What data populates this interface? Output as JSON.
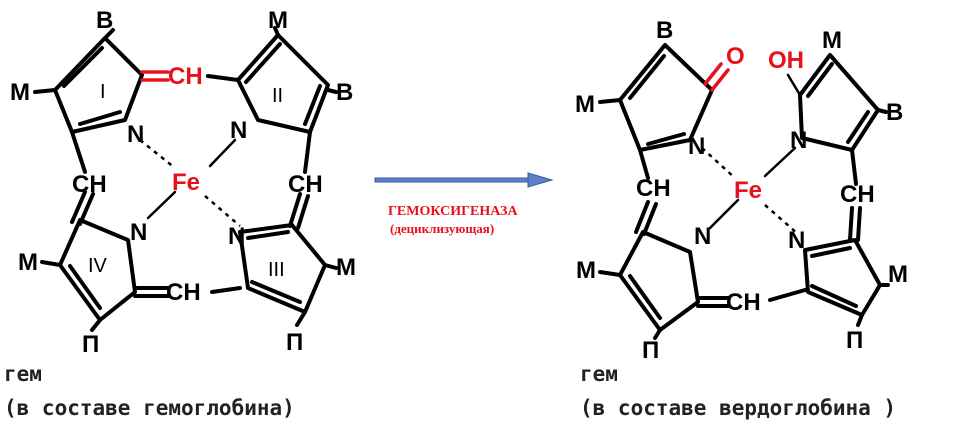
{
  "left": {
    "substituents": [
      "В",
      "М",
      "М",
      "В",
      "М",
      "П",
      "П",
      "М"
    ],
    "rings": [
      "I",
      "II",
      "III",
      "IV"
    ],
    "bridges": [
      "CH",
      "CH",
      "CH",
      "CH"
    ],
    "nitrogen": "N",
    "metal": "Fe",
    "caption_line1": "гем",
    "caption_line2": "(в составе гемоглобина)"
  },
  "arrow": {
    "enzyme_line1": "ГЕМОКСИГЕНАЗА",
    "enzyme_line2": "(дециклизующая)",
    "color": "#5b7fc9"
  },
  "right": {
    "substituents": [
      "В",
      "М",
      "М",
      "В",
      "М",
      "П",
      "П",
      "М"
    ],
    "oxygen": "O",
    "hydroxyl": "OH",
    "bridges": [
      "CH",
      "CH",
      "CH"
    ],
    "nitrogen": "N",
    "metal": "Fe",
    "caption_line1": "гем",
    "caption_line2": "(в составе вердоглобина )"
  },
  "colors": {
    "highlight": "#e8101a",
    "ink": "#000000"
  }
}
